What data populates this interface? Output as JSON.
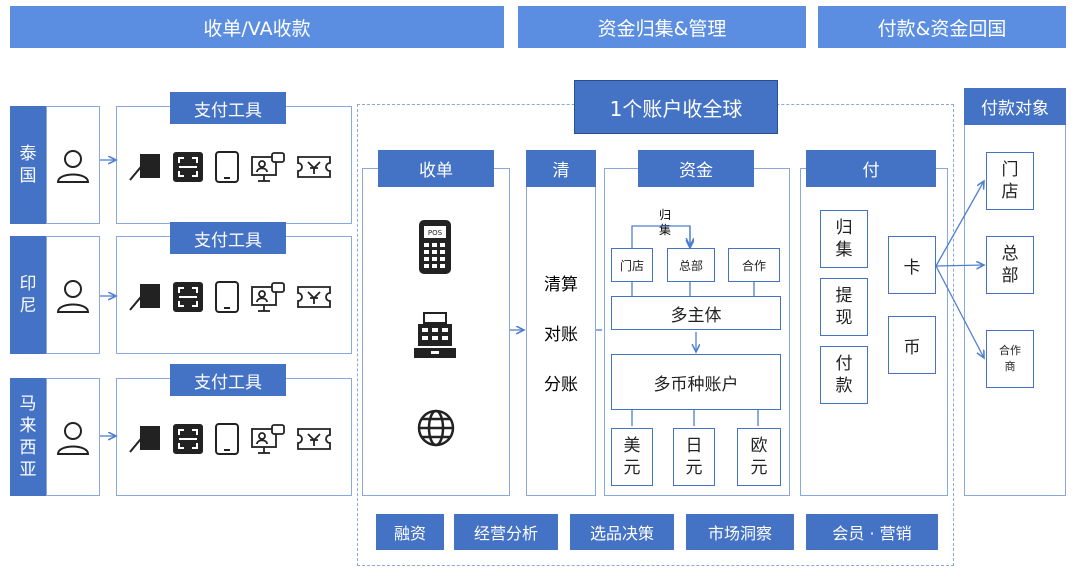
{
  "headers": {
    "collect": "收单/VA收款",
    "funds": "资金归集&管理",
    "payout": "付款&资金回国"
  },
  "banner": "1个账户收全球",
  "countries": [
    "泰\n国",
    "印\n尼",
    "马\n来\n西\n亚"
  ],
  "pay_tool": "支付工具",
  "collect_tab": "收单",
  "clear_tab": "清",
  "clear_items": [
    "清算",
    "对账",
    "分账"
  ],
  "funds_tab": "资金",
  "guiji_label": "归\n集",
  "entities": [
    "门店",
    "总部",
    "合作"
  ],
  "multi_entity": "多主体",
  "multi_currency": "多币种账户",
  "currencies": [
    "美\n元",
    "日\n元",
    "欧\n元"
  ],
  "pay_tab": "付",
  "pay_items": [
    "归\n集",
    "提\n现",
    "付\n款"
  ],
  "pay_types": [
    "卡",
    "币"
  ],
  "targets_tab": "付款对象",
  "targets": [
    "门\n店",
    "总\n部",
    "合作\n商"
  ],
  "bottom_bar": [
    "融资",
    "经营分析",
    "选品决策",
    "市场洞察",
    "会员 · 营销"
  ],
  "colors": {
    "primary": "#4472c4",
    "header": "#5b8ee0",
    "border": "#8aa8da",
    "arrow": "#4f7fcf"
  },
  "icons": {
    "user": "user-icon",
    "card": "card-icon",
    "scan": "scan-icon",
    "tablet": "tablet-icon",
    "desktop": "desktop-icon",
    "ticket": "ticket-icon",
    "pos": "pos-terminal-icon",
    "register": "cash-register-icon",
    "globe": "globe-icon"
  }
}
